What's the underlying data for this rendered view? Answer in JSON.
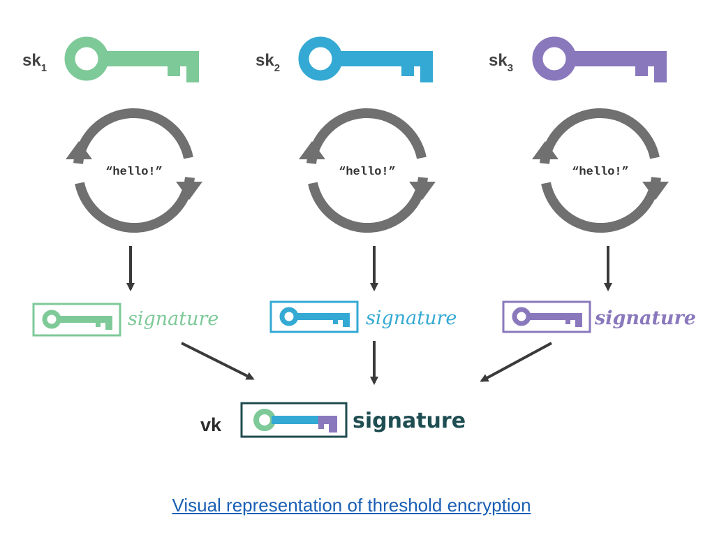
{
  "colors": {
    "key1": "#7ec998",
    "key2": "#34a9d3",
    "key3": "#8a78bd",
    "arrow": "#707070",
    "vk_text": "#1e4d52",
    "vk_box": "#1f4b4f"
  },
  "keys": [
    {
      "label": "sk",
      "sub": "1"
    },
    {
      "label": "sk",
      "sub": "2"
    },
    {
      "label": "sk",
      "sub": "3"
    }
  ],
  "message": "“hello!”",
  "signatures": [
    "signature",
    "signature",
    "signature"
  ],
  "verification": {
    "label": "vk",
    "signature": "signature"
  },
  "caption": "Visual representation of threshold encryption",
  "icons": {
    "key": "key-icon",
    "cycle": "cycle-arrow-icon",
    "arrow": "arrow-down-icon"
  }
}
